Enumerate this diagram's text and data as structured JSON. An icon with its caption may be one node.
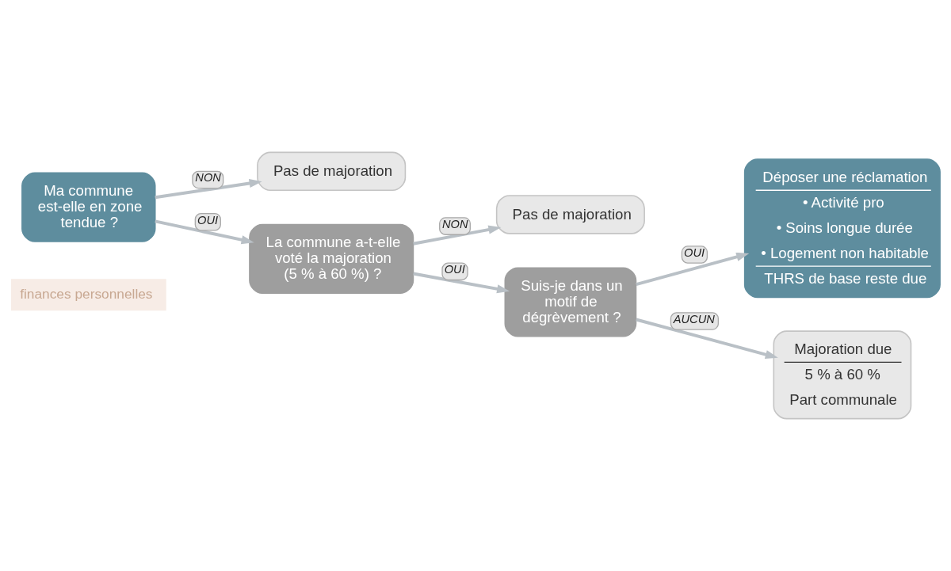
{
  "diagram": {
    "nodes": [
      {
        "text": [
          "Ma commune est-elle en zone tendue ?"
        ]
      },
      {
        "text": [
          "Pas de majoration"
        ]
      },
      {
        "text": [
          "La commune a-t-elle voté la majoration (5 % à 60 %) ?"
        ]
      },
      {
        "text": [
          "Pas de majoration"
        ]
      },
      {
        "text": [
          "Suis-je dans un motif de dégrèvement ?"
        ]
      },
      {
        "text": [
          "Déposer une réclamation",
          "• Activité pro",
          "• Soins longue durée",
          "• Logement non habitable",
          "THRS de base reste due"
        ]
      },
      {
        "text": [
          "Majoration due",
          "5 % à 60 %",
          "Part communale"
        ]
      }
    ],
    "edges": [
      {
        "from": 0,
        "to": 1,
        "arrow": "to",
        "label": "NON"
      },
      {
        "from": 0,
        "to": 2,
        "arrow": "to",
        "label": "OUI"
      },
      {
        "from": 2,
        "to": 3,
        "arrow": "to",
        "label": "NON"
      },
      {
        "from": 2,
        "to": 4,
        "arrow": "to",
        "label": "OUI"
      },
      {
        "from": 4,
        "to": 5,
        "arrow": "to",
        "label": "OUI"
      },
      {
        "from": 4,
        "to": 6,
        "arrow": "to",
        "label": "AUCUN"
      }
    ],
    "labels": [
      "finances personnelles"
    ]
  }
}
